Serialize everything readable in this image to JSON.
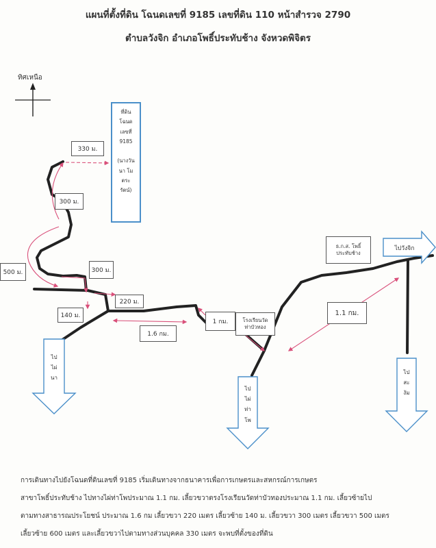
{
  "title_line1": "แผนที่ตั้งที่ดิน โฉนดเลขที่ 9185 เลขที่ดิน 110 หน้าสำรวจ 2790",
  "title_line2": "ตำบลวังจิก อำเภอโพธิ์ประทับช้าง จังหวดพิจิตร",
  "north_label": "ทิศเหนือ",
  "target_plot": "ที่ดิน\nโฉนด\nเลขที่\n9185\n\n(นางวัน\nนา โม\nตระ\nรัตน์)",
  "distances": {
    "d330": "330 ม.",
    "d300a": "300 ม.",
    "d500": "500 ม.",
    "d300b": "300 ม.",
    "d220": "220 ม.",
    "d140": "140 ม.",
    "d16": "1.6 กม.",
    "d1km": "1 กม.",
    "d11": "1.1 กม."
  },
  "landmarks": {
    "school": "โรงเรียนวัด\nท่าบัวทอง",
    "baac": "ธ.ก.ส. โพธิ์\nประทับช้าง"
  },
  "destinations": {
    "pai_na": "ไป\nไผ่\nนา",
    "pai_tha_pho": "ไป\nไผ่\nท่า\nโพ",
    "pai_sam_ngam": "ไป\nสะ\nงัม",
    "pai_wang_chik": "ไปวังจิก"
  },
  "description": [
    "การเดินทางไปยังโฉนดที่ดินเลขที่ 9185 เริ่มเดินทางจากธนาคารเพื่อการเกษตรและสหกรณ์การเกษตร",
    "สาขาโพธิ์ประทับช้าง ไปทางไผ่ท่าโพประมาณ 1.1 กม. เลี้ยวขวาตรงโรงเรียนวัดท่าบัวทองประมาณ 1.1 กม. เลี้ยวซ้ายไป",
    "ตามทางสาธารณประโยชน์ ประมาณ 1.6 กม เลี้ยวขวา 220 เมตร เลี้ยวซ้าย 140 ม. เลี้ยวขวา 300 เมตร เลี้ยวขวา 500 เมตร",
    "เลี้ยวซ้าย 600 เมตร และเลี้ยวขวาไปตามทางส่วนบุคคล 330 เมตร จะพบที่ตั้งของที่ดิน"
  ],
  "colors": {
    "road": "#222222",
    "accent": "#d9507a",
    "arrow": "#4a8fc9"
  }
}
